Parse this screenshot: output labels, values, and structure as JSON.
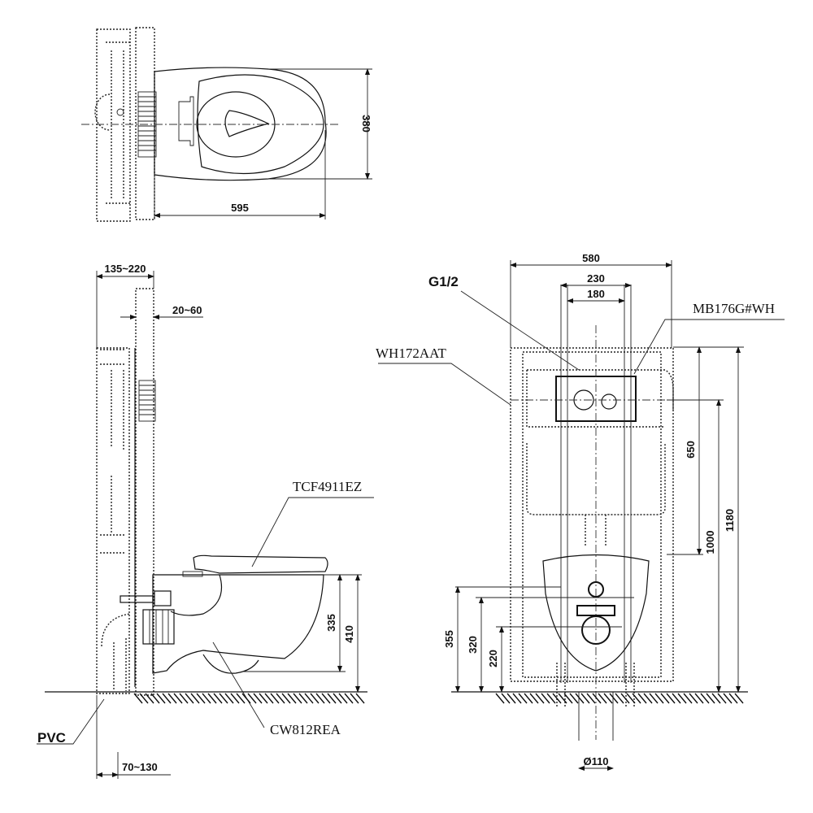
{
  "drawing": {
    "views": [
      "top-view",
      "side-view",
      "front-view"
    ],
    "top_view": {
      "dimensions": {
        "length": "595",
        "width": "380"
      }
    },
    "side_view": {
      "dimensions": {
        "frame_depth": "135~220",
        "wall_finish": "20~60",
        "rim_height_inner": "335",
        "rim_height": "410",
        "drain_offset": "70~130"
      },
      "callouts": {
        "seat": "TCF4911EZ",
        "bowl": "CW812REA",
        "pipe": "PVC"
      }
    },
    "front_view": {
      "dimensions": {
        "frame_width": "580",
        "bolt_spacing_outer": "230",
        "bolt_spacing_inner": "180",
        "plate_to_fix": "650",
        "button_height": "1000",
        "frame_height": "1180",
        "fix_height_1": "355",
        "fix_height_2": "320",
        "drain_height": "220",
        "drain_diameter": "Ø110"
      },
      "callouts": {
        "inlet": "G1/2",
        "frame": "WH172AAT",
        "plate": "MB176G#WH"
      }
    }
  }
}
